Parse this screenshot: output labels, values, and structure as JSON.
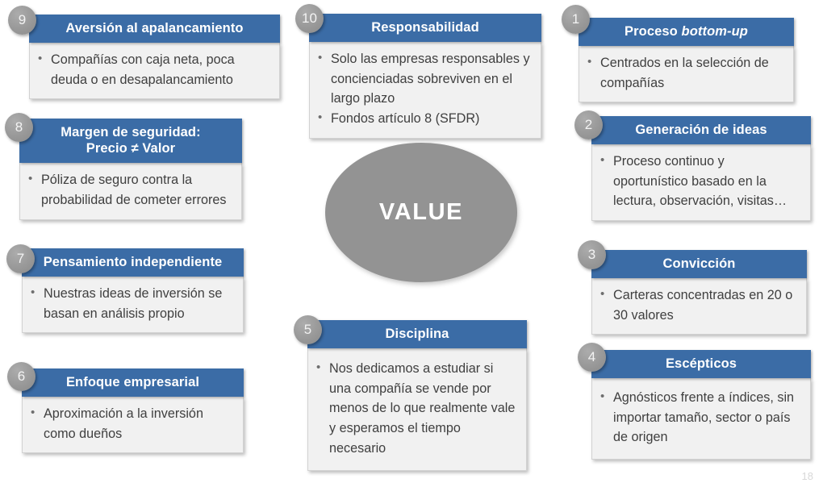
{
  "diagram": {
    "title": "VALUE",
    "center": {
      "label": "VALUE",
      "shape": "oval",
      "fill": "#939393",
      "text_color": "#FFFFFF"
    },
    "theme": {
      "header_blue": "#3B6CA6",
      "body_gray": "#F1F1F1",
      "badge_gray": "#9B9B9B",
      "body_text": "#3F3F3F"
    },
    "page_number": "18",
    "cards": [
      {
        "number": "1",
        "title_prefix": "Proceso ",
        "title_italic": "bottom-up",
        "title_suffix": "",
        "bullets": [
          "Centrados en la selección de compañías"
        ]
      },
      {
        "number": "2",
        "title_prefix": "Generación de ideas",
        "title_italic": "",
        "title_suffix": "",
        "bullets": [
          "Proceso continuo y oportunístico basado en la lectura, observación, visitas…"
        ]
      },
      {
        "number": "3",
        "title_prefix": "Convicción",
        "title_italic": "",
        "title_suffix": "",
        "bullets": [
          "Carteras concentradas en 20 o 30 valores"
        ]
      },
      {
        "number": "4",
        "title_prefix": "Escépticos",
        "title_italic": "",
        "title_suffix": "",
        "bullets": [
          "Agnósticos frente a índices, sin importar tamaño, sector o país de origen"
        ]
      },
      {
        "number": "5",
        "title_prefix": "Disciplina",
        "title_italic": "",
        "title_suffix": "",
        "bullets": [
          "Nos dedicamos a estudiar si una compañía se vende por menos de lo que realmente vale y esperamos el tiempo necesario"
        ]
      },
      {
        "number": "6",
        "title_prefix": "Enfoque empresarial",
        "title_italic": "",
        "title_suffix": "",
        "bullets": [
          "Aproximación a la inversión como dueños"
        ]
      },
      {
        "number": "7",
        "title_prefix": "Pensamiento independiente",
        "title_italic": "",
        "title_suffix": "",
        "bullets": [
          "Nuestras ideas de inversión se basan en análisis propio"
        ]
      },
      {
        "number": "8",
        "title_prefix": "Margen de seguridad:",
        "title_italic": "",
        "title_suffix": "Precio ≠ Valor",
        "bullets": [
          "Póliza de seguro contra la probabilidad de cometer errores"
        ]
      },
      {
        "number": "9",
        "title_prefix": "Aversión al apalancamiento",
        "title_italic": "",
        "title_suffix": "",
        "bullets": [
          "Compañías con caja neta, poca deuda o en desapalancamiento"
        ]
      },
      {
        "number": "10",
        "title_prefix": "Responsabilidad",
        "title_italic": "",
        "title_suffix": "",
        "bullets": [
          "Solo las empresas responsables y concienciadas sobreviven en el largo plazo",
          "Fondos artículo 8 (SFDR)"
        ]
      }
    ]
  }
}
